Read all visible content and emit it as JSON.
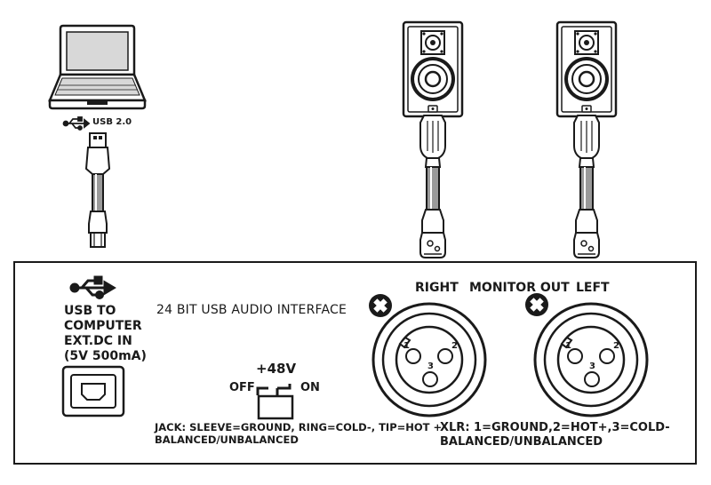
{
  "labels": {
    "usb_version": "USB 2.0",
    "usb_to_computer": "USB TO\nCOMPUTER\nEXT.DC IN\n(5V 500mA)",
    "interface_title": "24 BIT USB AUDIO INTERFACE",
    "right": "RIGHT",
    "monitor_out": "MONITOR OUT",
    "left": "LEFT",
    "phantom_power": "+48V",
    "switch_off": "OFF",
    "switch_on": "ON",
    "jack_info": "JACK: SLEEVE=GROUND, RING=COLD-, TIP=HOT +\nBALANCED/UNBALANCED",
    "xlr_info": "XLR: 1=GROUND,2=HOT+,3=COLD-\nBALANCED/UNBALANCED"
  },
  "pins": {
    "p1": "1",
    "p2": "2",
    "p3": "3"
  },
  "icons": {
    "laptop": "laptop-icon",
    "usb": "usb-symbol-icon",
    "speaker": "studio-monitor-speaker-icon",
    "cable": "xlr-cable-icon"
  },
  "colors": {
    "ink": "#1a1a1a",
    "cable_fill": "#9a9a9a",
    "screen_fill": "#d8d8d8"
  }
}
